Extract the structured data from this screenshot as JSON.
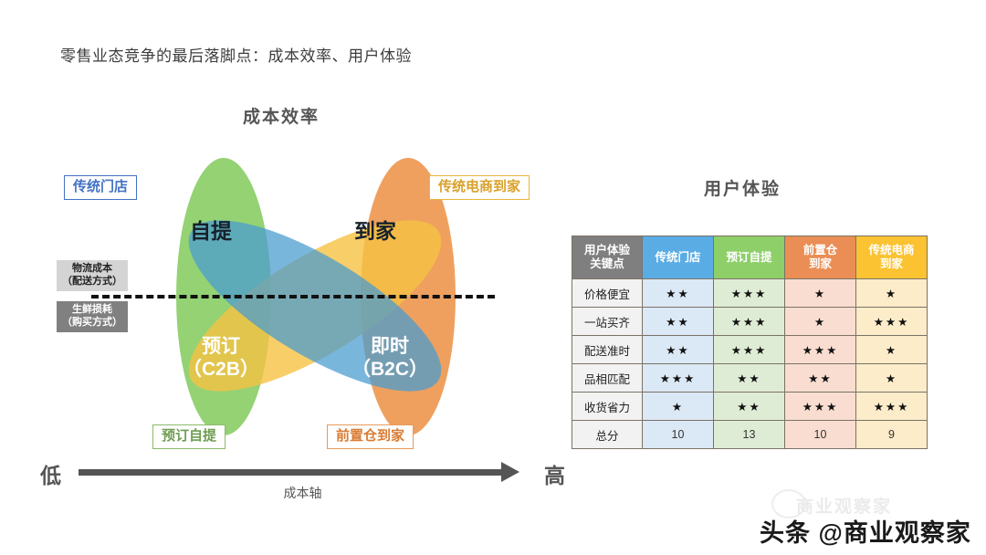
{
  "slide": {
    "title": "零售业态竞争的最后落脚点：成本效率、用户体验",
    "heading_cost": "成本效率",
    "heading_ux": "用户体验"
  },
  "venn": {
    "ellipses": [
      {
        "name": "green-pickup",
        "color": "#7dc855",
        "label": "自提 / 预订"
      },
      {
        "name": "orange-delivery",
        "color": "#ec8b3c",
        "label": "到家 / 即时"
      },
      {
        "name": "blue-diagonal",
        "color": "#4a9dd0",
        "label": "传统门店"
      },
      {
        "name": "yellow-diagonal",
        "color": "#f5c242",
        "label": "传统电商到家"
      }
    ],
    "labels": {
      "top_left": "自提",
      "top_right": "到家",
      "bottom_left": "预订\n（C2B）",
      "bottom_left_line1": "预订",
      "bottom_left_line2": "（C2B）",
      "bottom_right_line1": "即时",
      "bottom_right_line2": "（B2C）"
    },
    "tags": {
      "store": "传统门店",
      "ecommerce": "传统电商到家",
      "preorder": "预订自提",
      "forward_warehouse": "前置仓到家"
    },
    "grey_boxes": {
      "logistics_line1": "物流成本",
      "logistics_line2": "（配送方式）",
      "fresh_line1": "生鲜损耗",
      "fresh_line2": "（购买方式）"
    },
    "colors": {
      "green": "#7dc855",
      "orange": "#ec8b3c",
      "blue": "#4a9dd0",
      "yellow": "#f5c242",
      "tag_store_border": "#4472c4",
      "tag_ecom_border": "#e7b63a",
      "tag_preorder_border": "#8cba6a",
      "tag_fwd_border": "#e79a5a"
    }
  },
  "axis": {
    "low": "低",
    "high": "高",
    "name": "成本轴"
  },
  "table": {
    "header": [
      "用户体验\n关键点",
      "传统门店",
      "预订自提",
      "前置仓\n到家",
      "传统电商\n到家"
    ],
    "header_cells": [
      {
        "line1": "用户体验",
        "line2": "关键点"
      },
      {
        "line1": "传统门店",
        "line2": ""
      },
      {
        "line1": "预订自提",
        "line2": ""
      },
      {
        "line1": "前置仓",
        "line2": "到家"
      },
      {
        "line1": "传统电商",
        "line2": "到家"
      }
    ],
    "rows": [
      {
        "key": "价格便宜",
        "values": [
          "★★",
          "★★★",
          "★",
          "★"
        ]
      },
      {
        "key": "一站买齐",
        "values": [
          "★★",
          "★★★",
          "★",
          "★★★"
        ]
      },
      {
        "key": "配送准时",
        "values": [
          "★★",
          "★★★",
          "★★★",
          "★"
        ]
      },
      {
        "key": "品相匹配",
        "values": [
          "★★★",
          "★★",
          "★★",
          "★"
        ]
      },
      {
        "key": "收货省力",
        "values": [
          "★",
          "★★",
          "★★★",
          "★★★"
        ]
      }
    ],
    "total_row": {
      "key": "总分",
      "values": [
        "10",
        "13",
        "10",
        "9"
      ]
    },
    "colors": {
      "header_key": "#7f7f7f",
      "header_c0": "#5aade4",
      "header_c1": "#8ecf6a",
      "header_c2": "#ea8e55",
      "header_c3": "#fbc231"
    }
  },
  "watermark": {
    "faint": "商业观察家",
    "main": "头条 @商业观察家"
  }
}
